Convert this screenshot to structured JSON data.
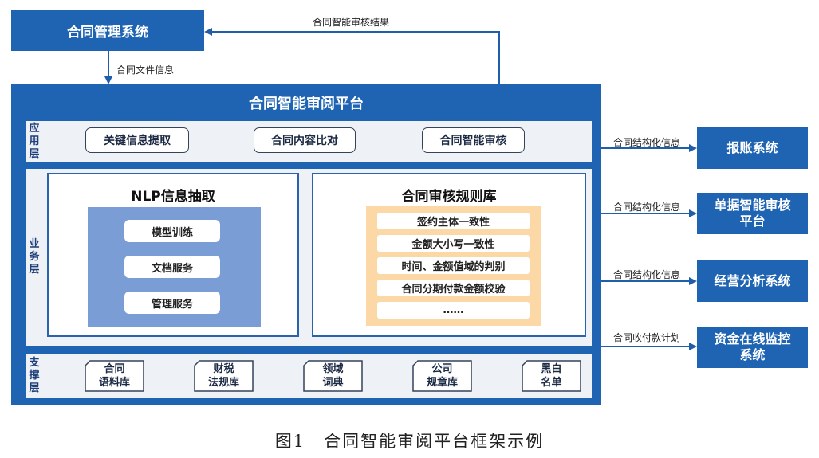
{
  "top_system": "合同管理系统",
  "flow_result": "合同智能审核结果",
  "flow_file": "合同文件信息",
  "platform": {
    "title": "合同智能审阅平台",
    "app_layer": {
      "label": [
        "应",
        "用",
        "层"
      ],
      "items": [
        "关键信息提取",
        "合同内容比对",
        "合同智能审核"
      ]
    },
    "business_layer": {
      "label": [
        "业",
        "务",
        "层"
      ],
      "nlp": {
        "title": "NLP信息抽取",
        "items": [
          "模型训练",
          "文档服务",
          "管理服务"
        ]
      },
      "rules": {
        "title": "合同审核规则库",
        "items": [
          "签约主体一致性",
          "金额大小写一致性",
          "时间、金额值域的判别",
          "合同分期付款金额校验",
          "……"
        ]
      }
    },
    "support_layer": {
      "label": [
        "支",
        "撑",
        "层"
      ],
      "items": [
        [
          "合同",
          "语料库"
        ],
        [
          "财税",
          "法规库"
        ],
        [
          "领域",
          "词典"
        ],
        [
          "公司",
          "规章库"
        ],
        [
          "黑白",
          "名单"
        ]
      ]
    }
  },
  "outputs": [
    {
      "flow": "合同结构化信息",
      "lines": [
        "报账系统"
      ]
    },
    {
      "flow": "合同结构化信息",
      "lines": [
        "单据智能审核",
        "平台"
      ]
    },
    {
      "flow": "合同结构化信息",
      "lines": [
        "经营分析系统"
      ]
    },
    {
      "flow": "合同收付款计划",
      "lines": [
        "资金在线监控",
        "系统"
      ]
    }
  ],
  "caption": "图1　合同智能审阅平台框架示例",
  "colors": {
    "primary_blue": "#1f64b3",
    "layer_bg": "#eef1f6",
    "nlp_bg": "#7a9dd6",
    "rules_bg": "#fbd8a6",
    "box_border": "#2a62ad"
  }
}
